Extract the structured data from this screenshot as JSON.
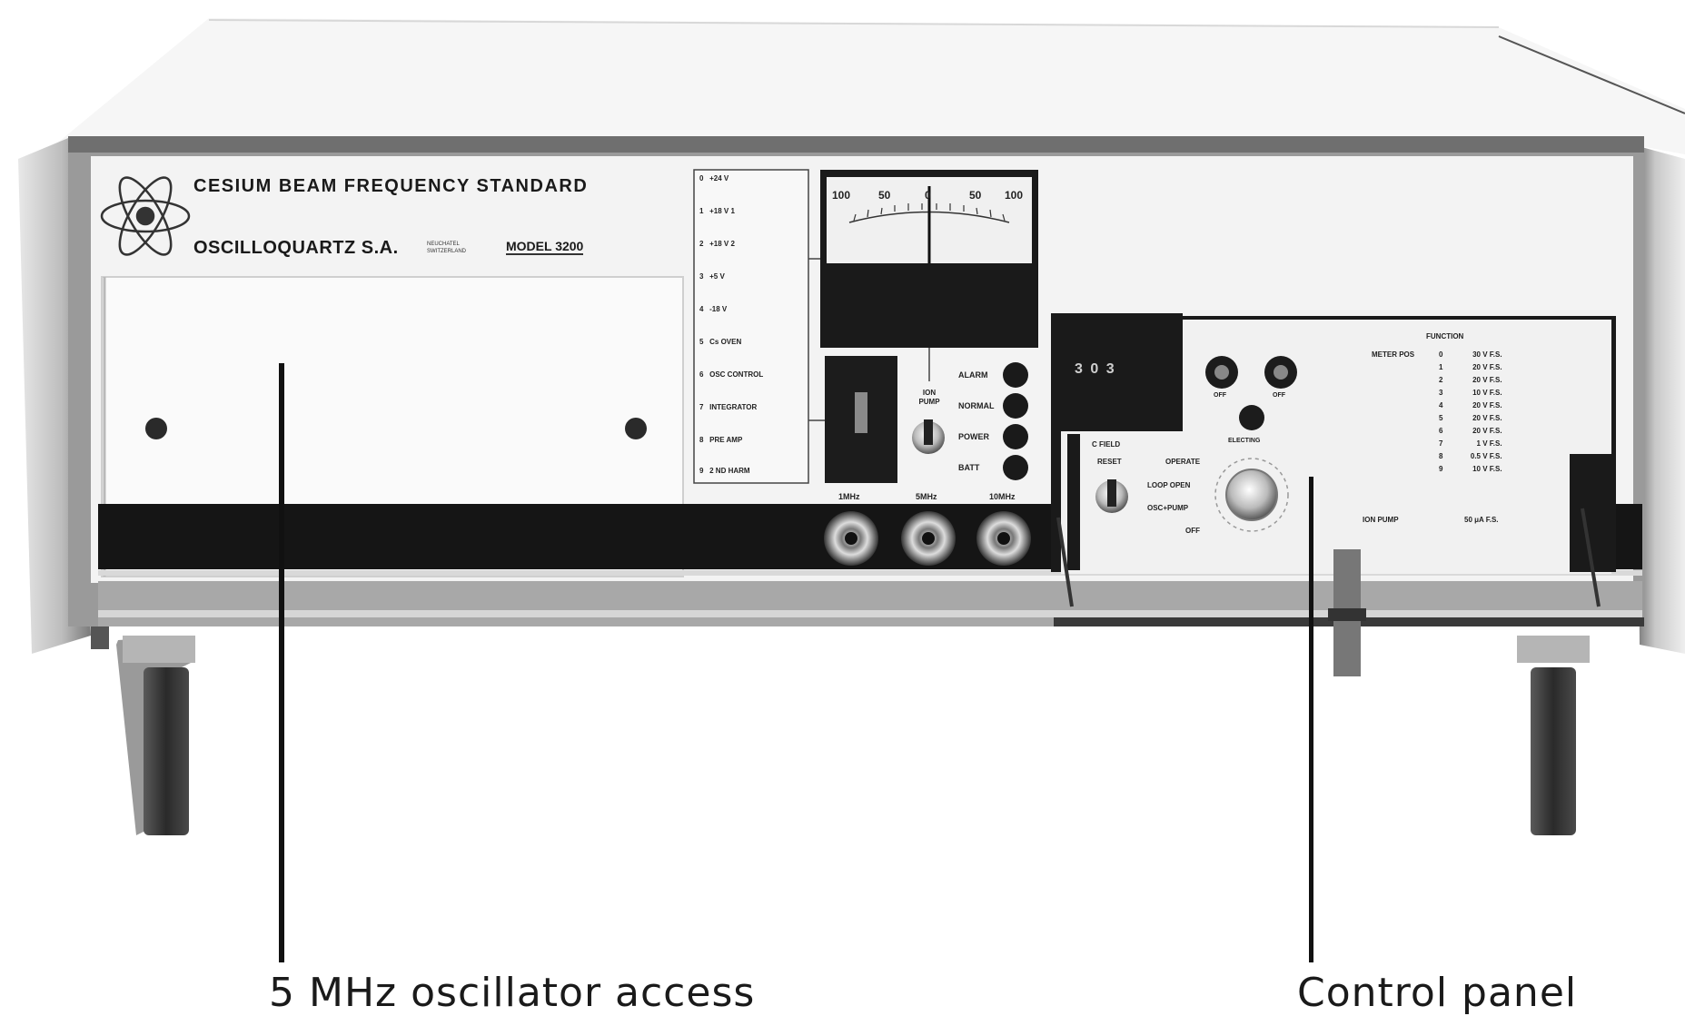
{
  "panel": {
    "title": "CESIUM BEAM FREQUENCY STANDARD",
    "maker": "OSCILLOQUARTZ S.A.",
    "maker_location": "NEUCHATEL SWITZERLAND",
    "model": "MODEL 3200"
  },
  "meter": {
    "scale_labels": [
      "100",
      "50",
      "0",
      "50",
      "100"
    ]
  },
  "selector_list": {
    "items": [
      {
        "num": "0",
        "label": "+24 V"
      },
      {
        "num": "1",
        "label": "+18 V 1"
      },
      {
        "num": "2",
        "label": "+18 V 2"
      },
      {
        "num": "3",
        "label": "+5 V"
      },
      {
        "num": "4",
        "label": "-18 V"
      },
      {
        "num": "5",
        "label": "Cs OVEN"
      },
      {
        "num": "6",
        "label": "OSC CONTROL"
      },
      {
        "num": "7",
        "label": "INTEGRATOR"
      },
      {
        "num": "8",
        "label": "PRE AMP"
      },
      {
        "num": "9",
        "label": "2 ND HARM"
      }
    ]
  },
  "status_lamps": [
    "ALARM",
    "NORMAL",
    "POWER",
    "BATT"
  ],
  "pump_switch_label": "ION PUMP",
  "outputs": [
    "1MHz",
    "5MHz",
    "10MHz"
  ],
  "counter_display": "3 0 3",
  "control_panel": {
    "c_field_label": "C FIELD",
    "reset_label": "RESET",
    "mode_labels": [
      "OPERATE",
      "LOOP OPEN",
      "OSC+PUMP",
      "OFF"
    ],
    "knob_labels": [
      "OFF",
      "OFF"
    ],
    "electing_label": "ELECTING",
    "table_header": "FUNCTION",
    "meter_label": "METER POS",
    "table_rows": [
      {
        "pos": "0",
        "val": "30",
        "unit": "V F.S."
      },
      {
        "pos": "1",
        "val": "20",
        "unit": "V F.S."
      },
      {
        "pos": "2",
        "val": "20",
        "unit": "V F.S."
      },
      {
        "pos": "3",
        "val": "10",
        "unit": "V F.S."
      },
      {
        "pos": "4",
        "val": "20",
        "unit": "V F.S."
      },
      {
        "pos": "5",
        "val": "20",
        "unit": "V F.S."
      },
      {
        "pos": "6",
        "val": "20",
        "unit": "V F.S."
      },
      {
        "pos": "7",
        "val": "1",
        "unit": "V F.S."
      },
      {
        "pos": "8",
        "val": "0.5",
        "unit": "V F.S."
      },
      {
        "pos": "9",
        "val": "10",
        "unit": "V F.S."
      }
    ],
    "ion_pump_label": "ION PUMP",
    "ion_pump_value": "50 μA F.S."
  },
  "captions": {
    "left": "5 MHz oscillator access",
    "right": "Control panel"
  }
}
